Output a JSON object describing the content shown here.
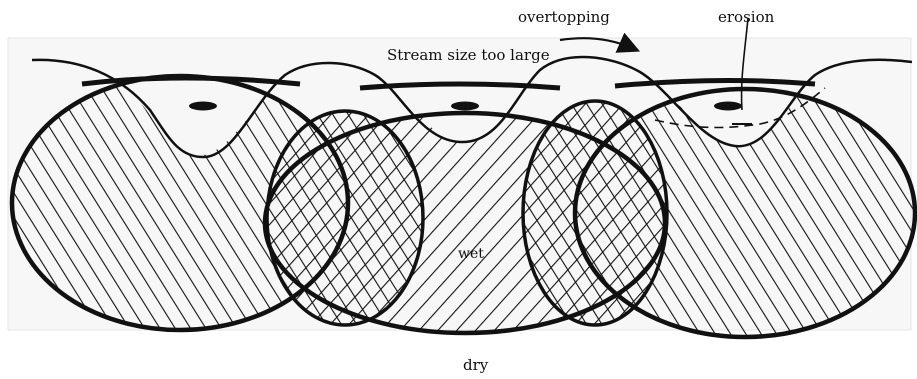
{
  "labels": {
    "overtopping": "overtopping",
    "erosion": "erosion",
    "stream_size": "Stream size too large",
    "wet": "wet",
    "dry": "dry"
  },
  "colors": {
    "ink": "#111111",
    "panel": "#f7f7f7",
    "background": "#ffffff"
  }
}
